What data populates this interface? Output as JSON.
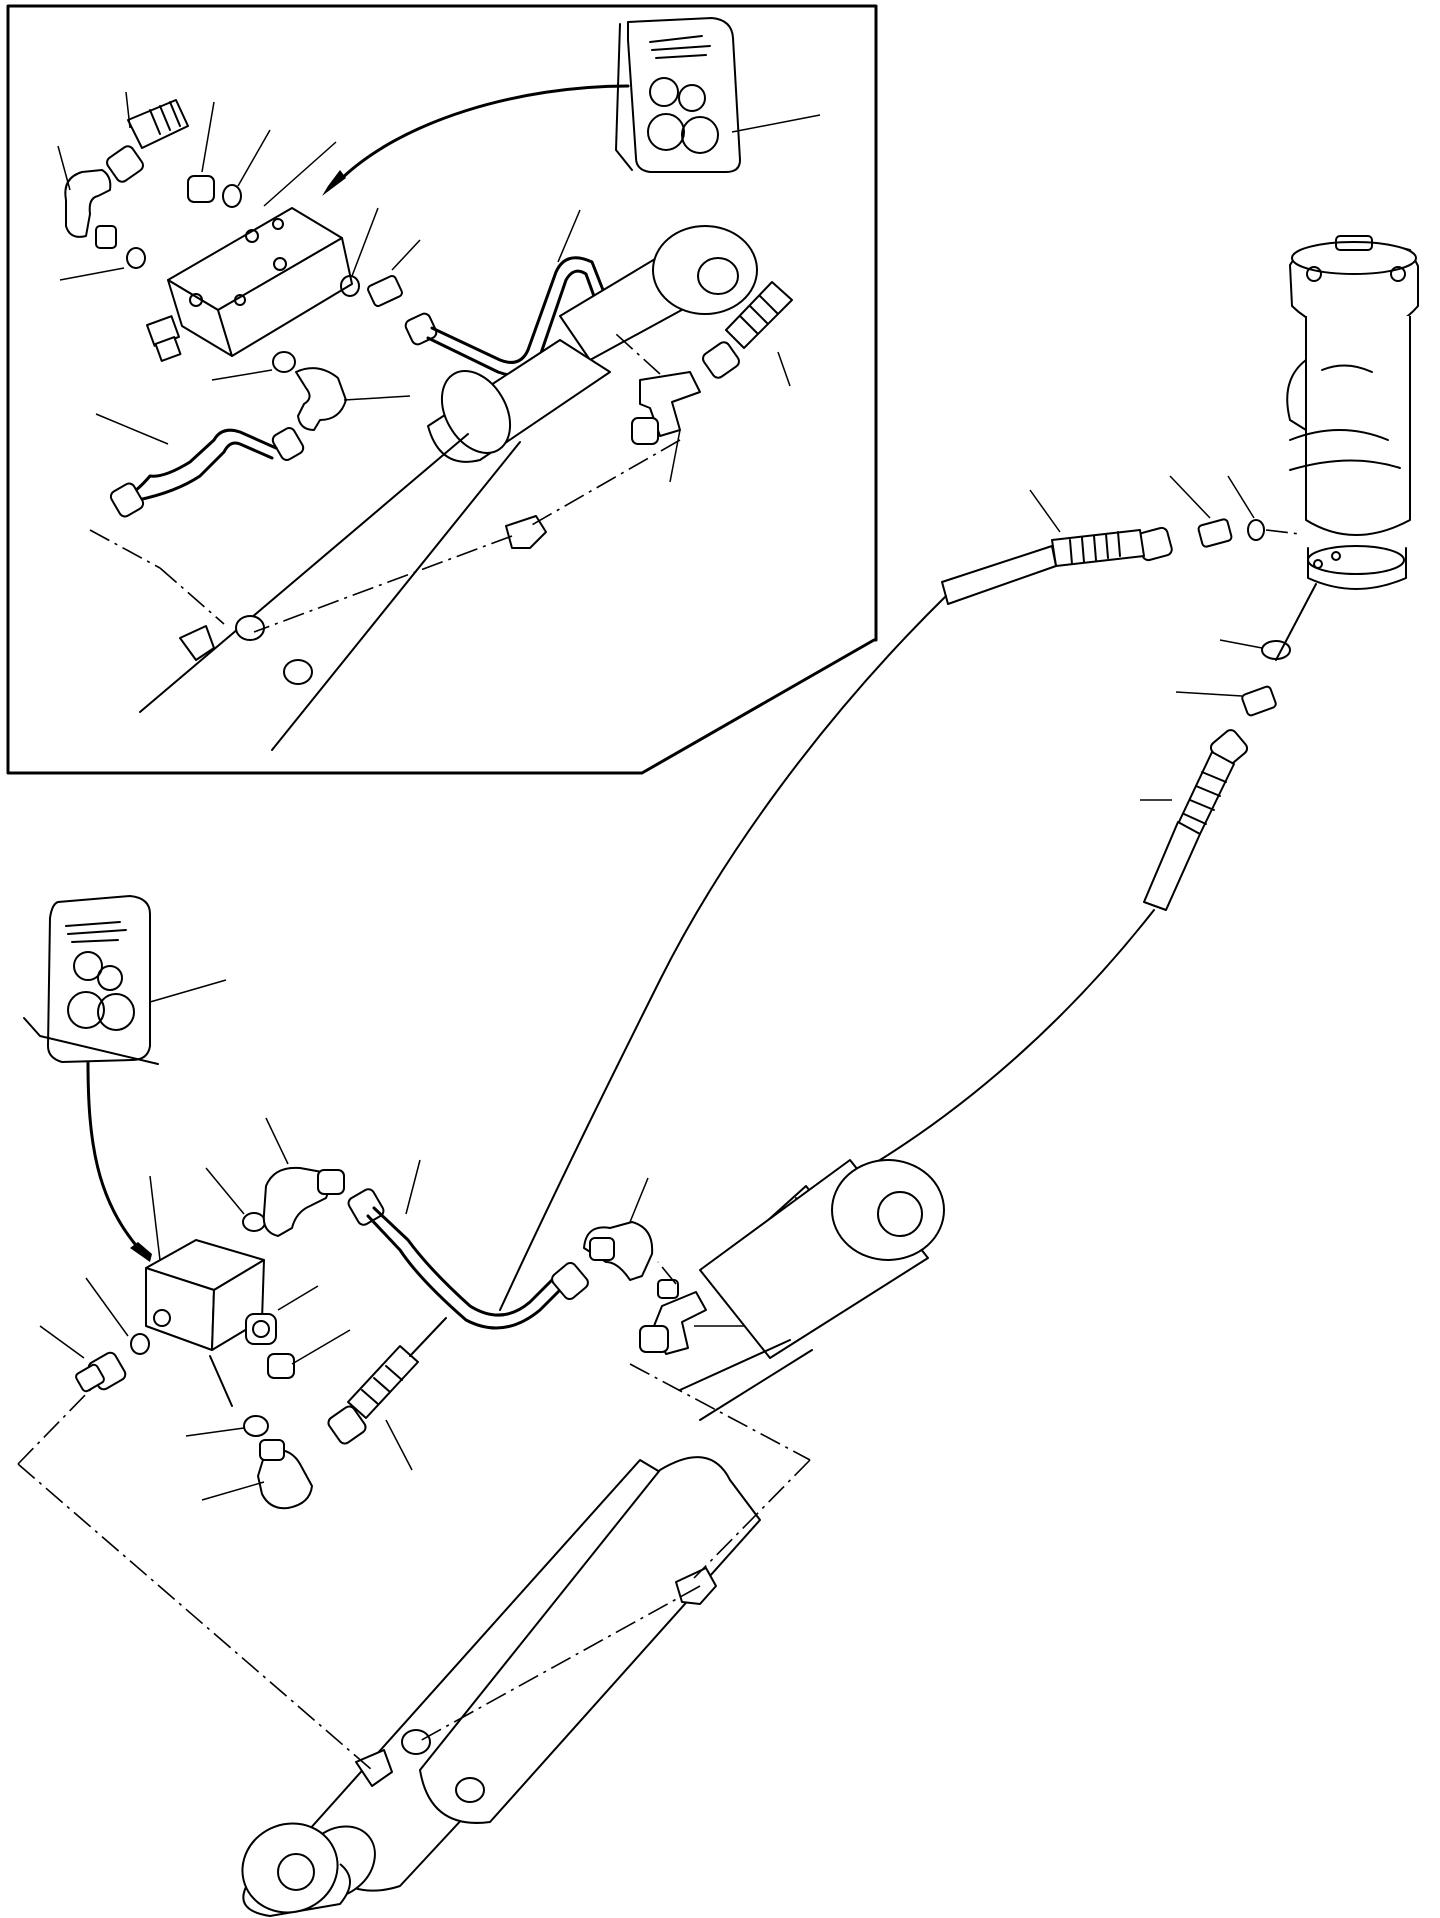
{
  "diagram": {
    "colors": {
      "line": "#000000",
      "background": "#ffffff"
    },
    "inset": {
      "description_visible": false
    },
    "components": [
      "inset-frame",
      "valve-block",
      "steering-cylinder",
      "steering-unit",
      "hose",
      "tube",
      "elbow-fitting",
      "tee-fitting",
      "adapter",
      "o-ring",
      "cap-plug",
      "instruction-decal"
    ]
  }
}
